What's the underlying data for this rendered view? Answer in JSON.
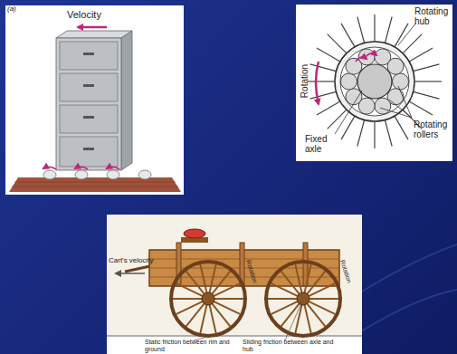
{
  "diagram": {
    "labels": [
      "(a)",
      "Velocity",
      "Rotating hub",
      "Rotation",
      "Fixed axle",
      "Rotating rollers",
      "Cart's velocity",
      "Rotation",
      "Rotation",
      "Static friction between rim and ground",
      "Sliding friction between axle and hub"
    ]
  }
}
